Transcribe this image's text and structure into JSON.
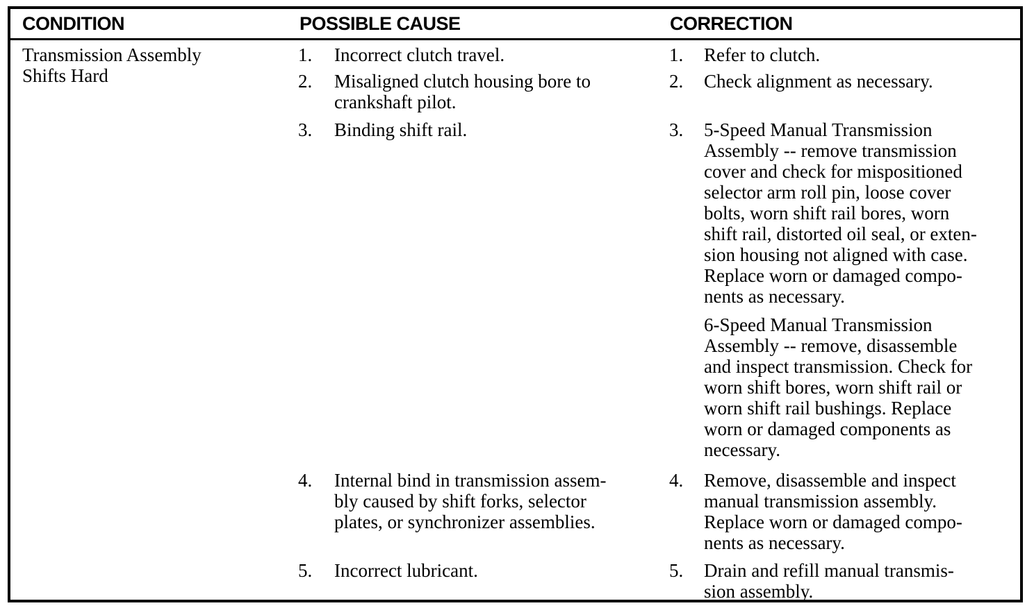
{
  "headers": {
    "condition": "CONDITION",
    "possible_cause": "POSSIBLE CAUSE",
    "correction": "CORRECTION"
  },
  "condition": [
    "Transmission Assembly",
    "Shifts Hard"
  ],
  "causes": [
    {
      "num": "1.",
      "lines": [
        "Incorrect clutch travel."
      ]
    },
    {
      "num": "2.",
      "lines": [
        "Misaligned clutch housing bore to",
        "crankshaft pilot."
      ]
    },
    {
      "num": "3.",
      "lines": [
        "Binding shift rail."
      ]
    },
    {
      "num": "4.",
      "lines": [
        "Internal bind in transmission assem-",
        "bly caused by shift forks, selector",
        "plates, or synchronizer assemblies."
      ]
    },
    {
      "num": "5.",
      "lines": [
        "Incorrect lubricant."
      ]
    }
  ],
  "corrections": [
    {
      "num": "1.",
      "lines": [
        "Refer to clutch."
      ]
    },
    {
      "num": "2.",
      "lines": [
        "Check alignment as necessary."
      ]
    },
    {
      "num": "3.",
      "lines": [
        "5-Speed Manual Transmission",
        "Assembly -- remove transmission",
        "cover and check for mispositioned",
        "selector arm roll pin, loose cover",
        "bolts, worn shift rail bores, worn",
        "shift rail, distorted oil seal, or exten-",
        "sion housing not aligned with case.",
        "Replace worn or damaged compo-",
        "nents as necessary."
      ]
    },
    {
      "num": "",
      "lines": [
        "6-Speed Manual Transmission",
        "Assembly -- remove, disassemble",
        "and inspect transmission. Check for",
        "worn shift bores, worn shift rail or",
        "worn shift rail bushings. Replace",
        "worn or damaged components as",
        "necessary."
      ]
    },
    {
      "num": "4.",
      "lines": [
        "Remove, disassemble and inspect",
        "manual transmission assembly.",
        "Replace worn or damaged compo-",
        "nents as necessary."
      ]
    },
    {
      "num": "5.",
      "lines": [
        "Drain and refill manual transmis-",
        "sion assembly."
      ]
    }
  ]
}
